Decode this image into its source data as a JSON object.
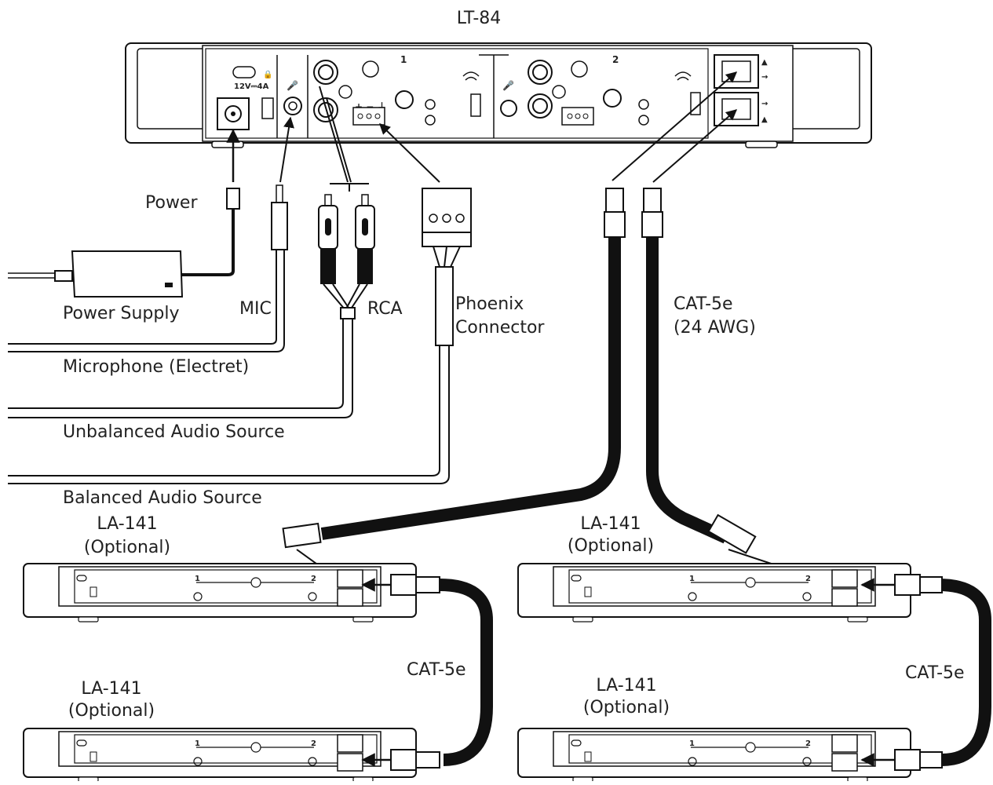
{
  "diagram": {
    "main_unit": {
      "title": "LT-84",
      "channel_1": "1",
      "channel_2": "2",
      "power_rating": "12V⎓4A"
    },
    "inputs": {
      "power_label": "Power",
      "power_supply_label": "Power Supply",
      "mic_label": "MIC",
      "rca_label": "RCA",
      "phoenix_line1": "Phoenix",
      "phoenix_line2": "Connector",
      "microphone_source": "Microphone (Electret)",
      "unbalanced_source": "Unbalanced Audio Source",
      "balanced_source": "Balanced Audio Source"
    },
    "cables": {
      "main_cable_line1": "CAT-5e",
      "main_cable_line2": "(24 AWG)",
      "link_cable_left": "CAT-5e",
      "link_cable_right": "CAT-5e"
    },
    "accessory_units": [
      {
        "name": "LA-141",
        "note": "(Optional)",
        "ch1": "1",
        "ch2": "2"
      },
      {
        "name": "LA-141",
        "note": "(Optional)",
        "ch1": "1",
        "ch2": "2"
      },
      {
        "name": "LA-141",
        "note": "(Optional)",
        "ch1": "1",
        "ch2": "2"
      },
      {
        "name": "LA-141",
        "note": "(Optional)",
        "ch1": "1",
        "ch2": "2"
      }
    ]
  }
}
